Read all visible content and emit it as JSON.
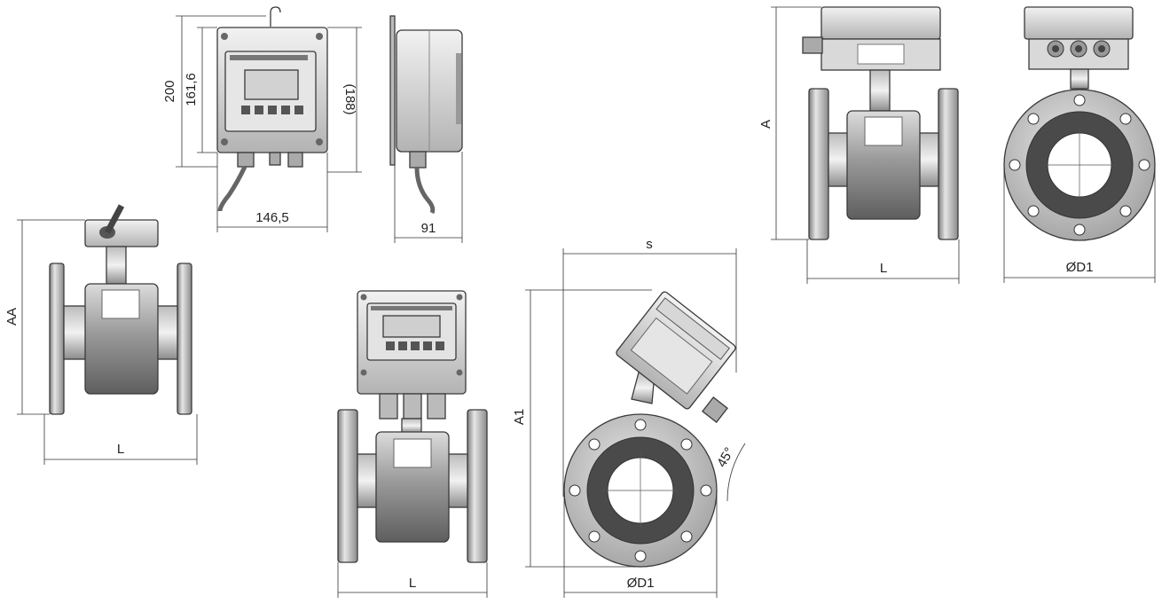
{
  "labels": {
    "h200": "200",
    "h161": "161,6",
    "h188": "(188)",
    "w146": "146,5",
    "w91": "91",
    "AA": "AA",
    "L_left": "L",
    "L_mid": "L",
    "L_right": "L",
    "A": "A",
    "A1": "A1",
    "s": "s",
    "D1_mid": "ØD1",
    "D1_right": "ØD1",
    "angle": "45°"
  },
  "colors": {
    "housing": "#c9c9c9",
    "body": "#8f8f8f",
    "liner": "#4a4a4a",
    "flange": "#b5b5b5"
  }
}
